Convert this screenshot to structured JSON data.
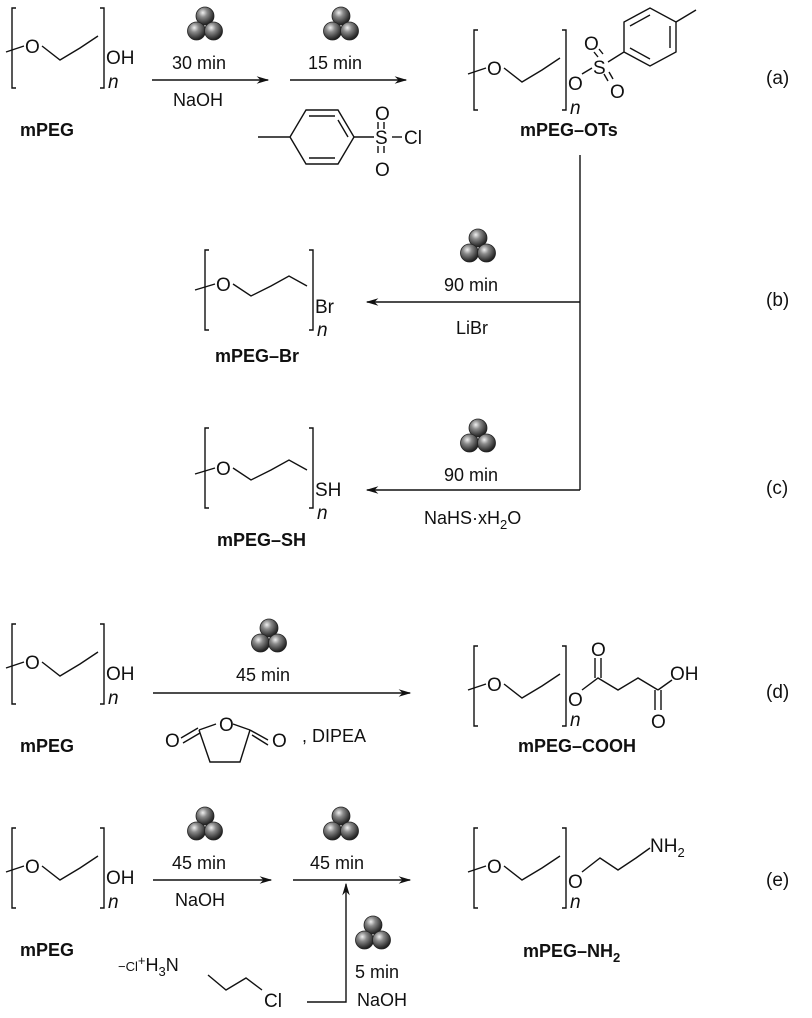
{
  "scheme": {
    "atoms": {
      "O": "O",
      "OH": "OH",
      "Br": "Br",
      "SH": "SH",
      "S": "S",
      "Cl": "Cl",
      "NH": "NH",
      "N": "N",
      "n": "n"
    },
    "reactions": {
      "a": {
        "label": "(a)",
        "reactant_name": "mPEG",
        "step1": {
          "time": "30 min",
          "reagent": "NaOH"
        },
        "step2": {
          "time": "15 min",
          "reagent": "tosyl chloride"
        },
        "product_name": "mPEG–OTs"
      },
      "b": {
        "label": "(b)",
        "step": {
          "time": "90 min",
          "reagent": "LiBr"
        },
        "product_name": "mPEG–Br"
      },
      "c": {
        "label": "(c)",
        "step": {
          "time": "90 min",
          "reagent_main": "NaHS·xH",
          "reagent_sub": "2",
          "reagent_end": "O"
        },
        "product_name": "mPEG–SH"
      },
      "d": {
        "label": "(d)",
        "reactant_name": "mPEG",
        "step": {
          "time": "45 min",
          "reagent_extra": ", DIPEA"
        },
        "product_name": "mPEG–COOH"
      },
      "e": {
        "label": "(e)",
        "reactant_name": "mPEG",
        "step1": {
          "time": "45 min",
          "reagent": "NaOH"
        },
        "step2": {
          "time": "45 min"
        },
        "step3": {
          "time": "5 min",
          "reagent": "NaOH"
        },
        "side_reagent": {
          "prefix": "−Cl",
          "plus": "+",
          "h": "H",
          "sub": "3",
          "n": "N",
          "cl": "Cl"
        },
        "product_name_main": "mPEG–NH",
        "product_name_sub": "2",
        "nh2_sub": "2"
      }
    },
    "icons": {
      "ball_mill": "ball-mill-icon"
    }
  }
}
